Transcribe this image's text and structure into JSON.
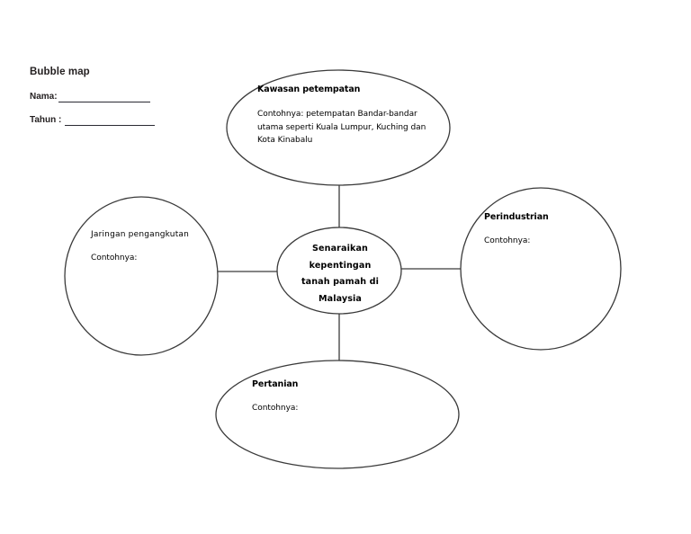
{
  "document": {
    "title": "Bubble map",
    "fields": [
      {
        "label": "Nama:",
        "value": ""
      },
      {
        "label": "Tahun : ",
        "value": ""
      }
    ]
  },
  "diagram": {
    "type": "bubble-map",
    "center": {
      "id": "center",
      "lines": [
        "Senaraikan",
        "kepentingan",
        "tanah pamah di",
        "Malaysia"
      ]
    },
    "bubbles": [
      {
        "id": "top",
        "position": "top",
        "heading": "Kawasan petempatan",
        "heading_bold": true,
        "body": "Contohnya: petempatan Bandar-bandar utama seperti Kuala Lumpur, Kuching dan Kota Kinabalu"
      },
      {
        "id": "left",
        "position": "left",
        "heading": "Jaringan pengangkutan",
        "heading_bold": false,
        "body": "Contohnya:"
      },
      {
        "id": "right",
        "position": "right",
        "heading": "Perindustrian",
        "heading_bold": true,
        "body": "Contohnya:"
      },
      {
        "id": "bottom",
        "position": "bottom",
        "heading": "Pertanian",
        "heading_bold": true,
        "body": "Contohnya:"
      }
    ],
    "colors": {
      "stroke": "#3a3a3a",
      "fill": "#ffffff",
      "text": "#000000",
      "rule": "#2a2a33"
    }
  }
}
